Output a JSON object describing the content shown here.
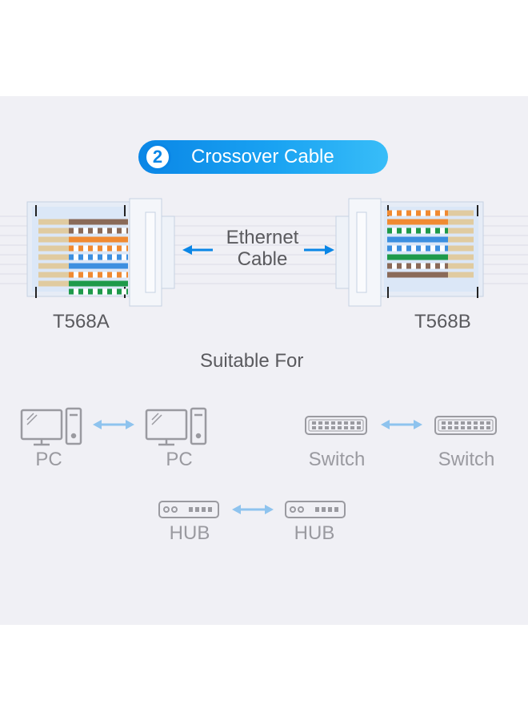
{
  "badge": {
    "number": "2",
    "label": "Crossover Cable"
  },
  "cable": {
    "line1": "Ethernet",
    "line2": "Cable"
  },
  "connectors": {
    "left_standard": "T568A",
    "right_standard": "T568B"
  },
  "suitable_for": "Suitable For",
  "pairs": [
    {
      "left": "PC",
      "right": "PC",
      "icon": "computer-icon"
    },
    {
      "left": "Switch",
      "right": "Switch",
      "icon": "switch-icon"
    },
    {
      "left": "HUB",
      "right": "HUB",
      "icon": "hub-icon"
    }
  ],
  "colors": {
    "accent": "#0a86e6",
    "arrow_light": "#8ec3ee",
    "text": "#5a5a5e",
    "icon_gray": "#9a9aa0"
  }
}
